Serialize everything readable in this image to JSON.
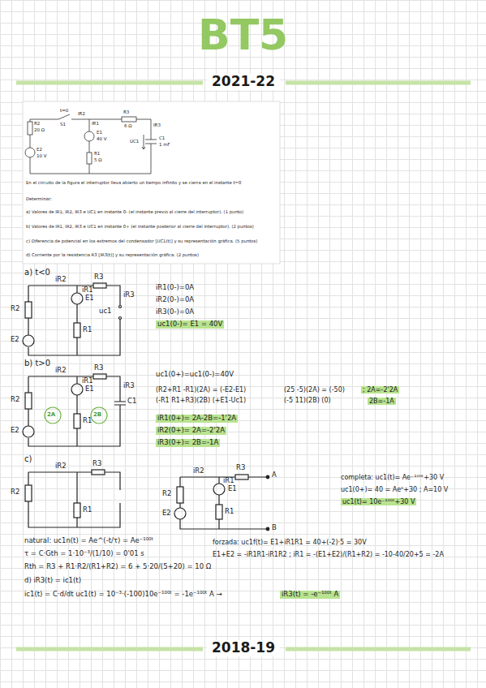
{
  "diagram": {
    "title": "BT5",
    "labels": [
      "2021-22",
      "t=0",
      "S1",
      "IR2",
      "R3",
      "6 Ω",
      "R2",
      "20 Ω",
      "E2",
      "10 V",
      "IR1",
      "E1",
      "40 V",
      "R1",
      "5 Ω",
      "IR3",
      "UC1",
      "C1",
      "1 mF",
      "En el circuito de la figura el interruptor lleva abierto un tiempo infinito y se cierra en el instante t=0",
      "Determinar:",
      "a) Valores de IR1, IR2, IR3 e UC1 en instante 0- (el instante previo al cierre del interruptor). (1 punto)",
      "b) Valores de IR1, IR2, IR3 e UC1 en instante 0+ (el instante posterior al cierre del interruptor). (2 puntos)",
      "c) Diferencia de potencial en los extremos del condensador [UC1(t)] y su representación gráfica. (5 puntos)",
      "d) Corriente por la resistencia R3 [IR3(t)] y su representación gráfica. (2 puntos)",
      "a) t<0",
      "iR2",
      "R3",
      "iR1",
      "E1",
      "iR3",
      "R2",
      "uc1",
      "R1",
      "E2",
      "iR1(0-)=0A",
      "iR2(0-)=0A",
      "iR3(0-)=0A",
      "uc1(0-)= E1 = 40V",
      "b) t>0",
      "iR2",
      "R3",
      "iR1",
      "E1",
      "iR3",
      "R2",
      "C1",
      "2A",
      "2B",
      "R1",
      "E2",
      "uc1(0+)=uc1(0-)=40V",
      "(R2+R1   -R1)(2A) = (-E2-E1)",
      "(-R1   R1+R3)(2B)   (+E1-Uc1)",
      "(25  -5)(2A) = (-50)",
      "(-5  11)(2B)   (0)",
      "; 2A=-2'2A",
      "2B=-1A",
      "iR1(0+)= 2A-2B=-1'2A",
      "iR2(0+)= 2A=-2'2A",
      "iR3(0+)= 2B=-1A",
      "c)",
      "iR2",
      "R3",
      "R2",
      "R1",
      "iR2",
      "R3",
      "iR1",
      "E1",
      "A",
      "R2",
      "E2",
      "R1",
      "B",
      "completa: uc1(t)= Ae⁻¹⁰⁰ᵗ+30 V",
      "uc1(0+)= 40 = Ae⁰+30 ; A=10 V",
      "uc1(t)= 10e⁻¹⁰⁰ᵗ+30 V",
      "natural: uc1n(t) = Ae^(-t/τ) = Ae⁻¹⁰⁰ᵗ",
      "forzada: uc1f(t)= E1+iR1R1 = 40+(-2)·5 = 30V",
      "τ = C·Gth = 1·10⁻³/(1/10) = 0'01 s",
      "E1+E2 = -iR1R1-iR1R2 ; iR1 = -(E1+E2)/(R1+R2) = -10-40/20+5 = -2A",
      "Rth = R3 + R1·R2/(R1+R2) = 6 + 5·20/(5+20) = 10 Ω",
      "d) iR3(t) = ic1(t)",
      "ic1(t) = C·d/dt uc1(t) = 10⁻³·(-100)10e⁻¹⁰⁰ᵗ = -1e⁻¹⁰⁰ᵗ A →",
      "iR3(t) = -e⁻¹⁰⁰ᵗ A",
      "2018-19"
    ]
  }
}
